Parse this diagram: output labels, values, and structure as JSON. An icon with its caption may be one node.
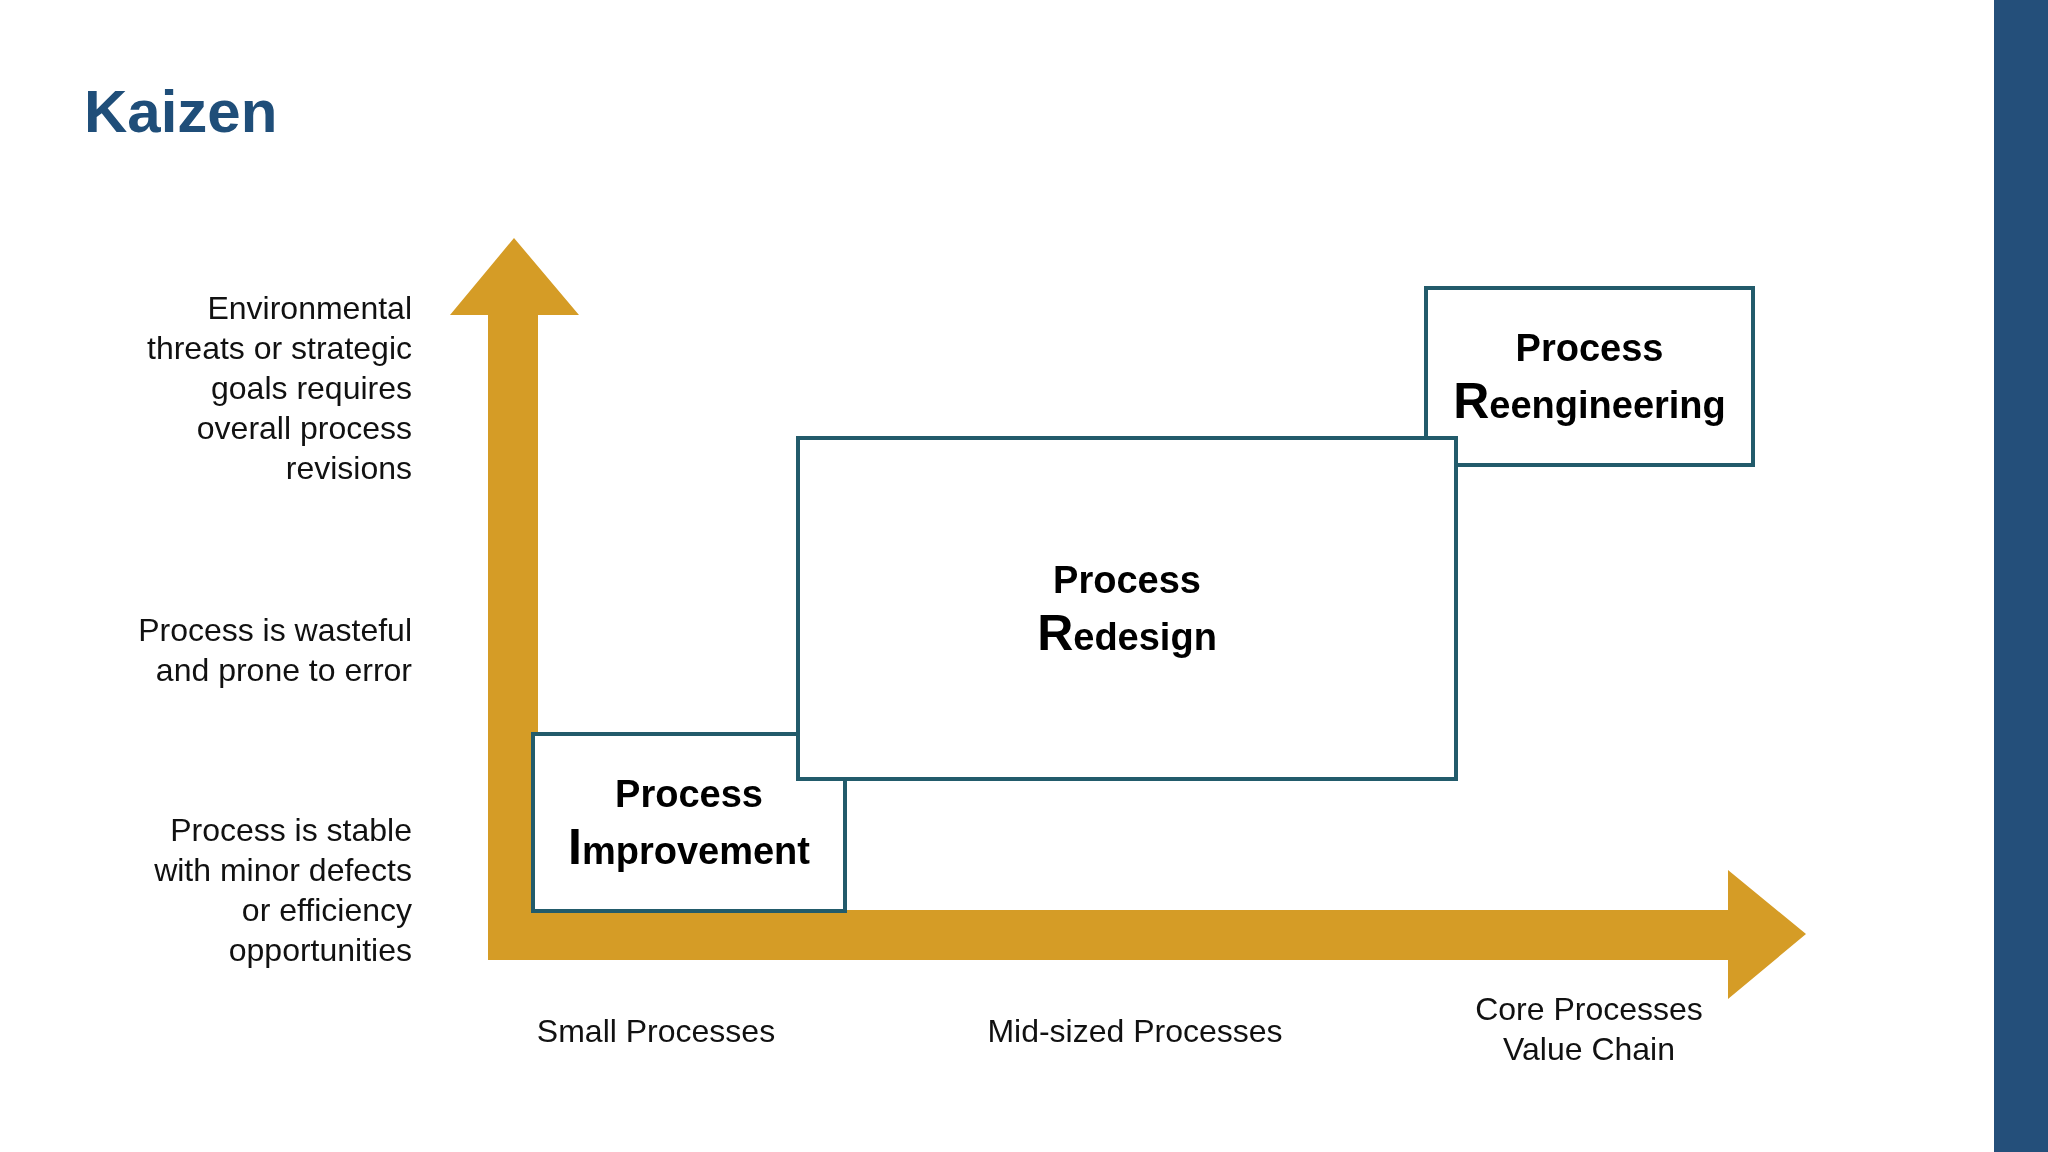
{
  "diagram": {
    "title": "Kaizen",
    "nodes": [
      {
        "text": [
          "Process Improvement"
        ]
      },
      {
        "text": [
          "Process Redesign"
        ]
      },
      {
        "text": [
          "Process Reengineering"
        ]
      },
      {
        "text": [],
        "shape": "bar"
      }
    ],
    "labels": [
      "Environmental threats or strategic goals requires overall process revisions",
      "Process is wasteful and prone to error",
      "Process is stable with minor defects or efficiency opportunities",
      "Small Processes",
      "Mid-sized Processes",
      "Core Processes Value Chain"
    ]
  }
}
